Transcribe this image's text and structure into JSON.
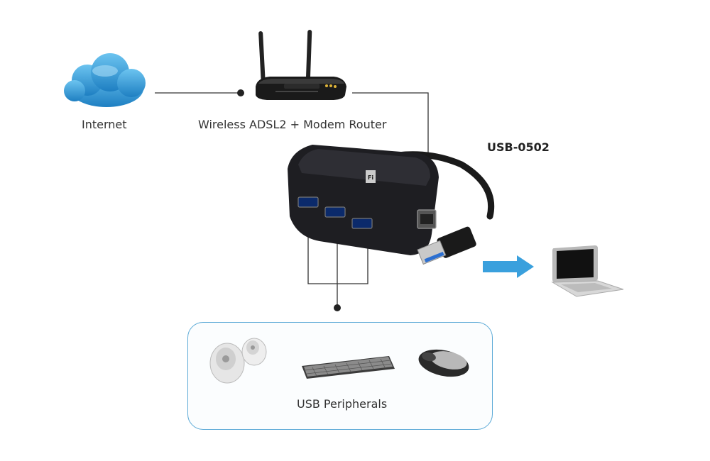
{
  "labels": {
    "internet": "Internet",
    "router": "Wireless ADSL2 + Modem Router",
    "model": "USB-0502",
    "peripherals": "USB Peripherals"
  },
  "icons": {
    "cloud": "cloud-icon",
    "router": "router-icon",
    "hub": "usb-hub-icon",
    "laptop": "laptop-icon",
    "speakers": "speakers-icon",
    "keyboard": "keyboard-icon",
    "mouse": "mouse-icon",
    "arrow": "arrow-right-icon"
  },
  "colors": {
    "cloud": "#2f9ad8",
    "arrow": "#3aa0dd",
    "panel_border": "#5aa9d6",
    "line": "#333333"
  }
}
